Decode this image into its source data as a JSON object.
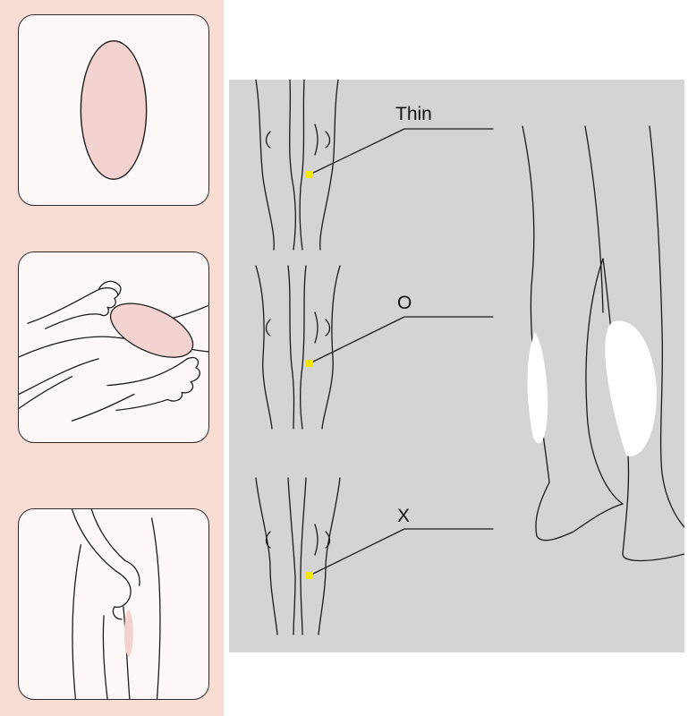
{
  "labels": [
    {
      "text": "Thin"
    },
    {
      "text": "O"
    },
    {
      "text": "X"
    }
  ],
  "colors": {
    "background_strip": "#f8ddd5",
    "card_fill": "#fdf7f8",
    "pad_fill": "#f2d3d0",
    "panel_fill": "#d4d4d4",
    "marker": "#f5e600",
    "line": "#1a1a1a"
  }
}
